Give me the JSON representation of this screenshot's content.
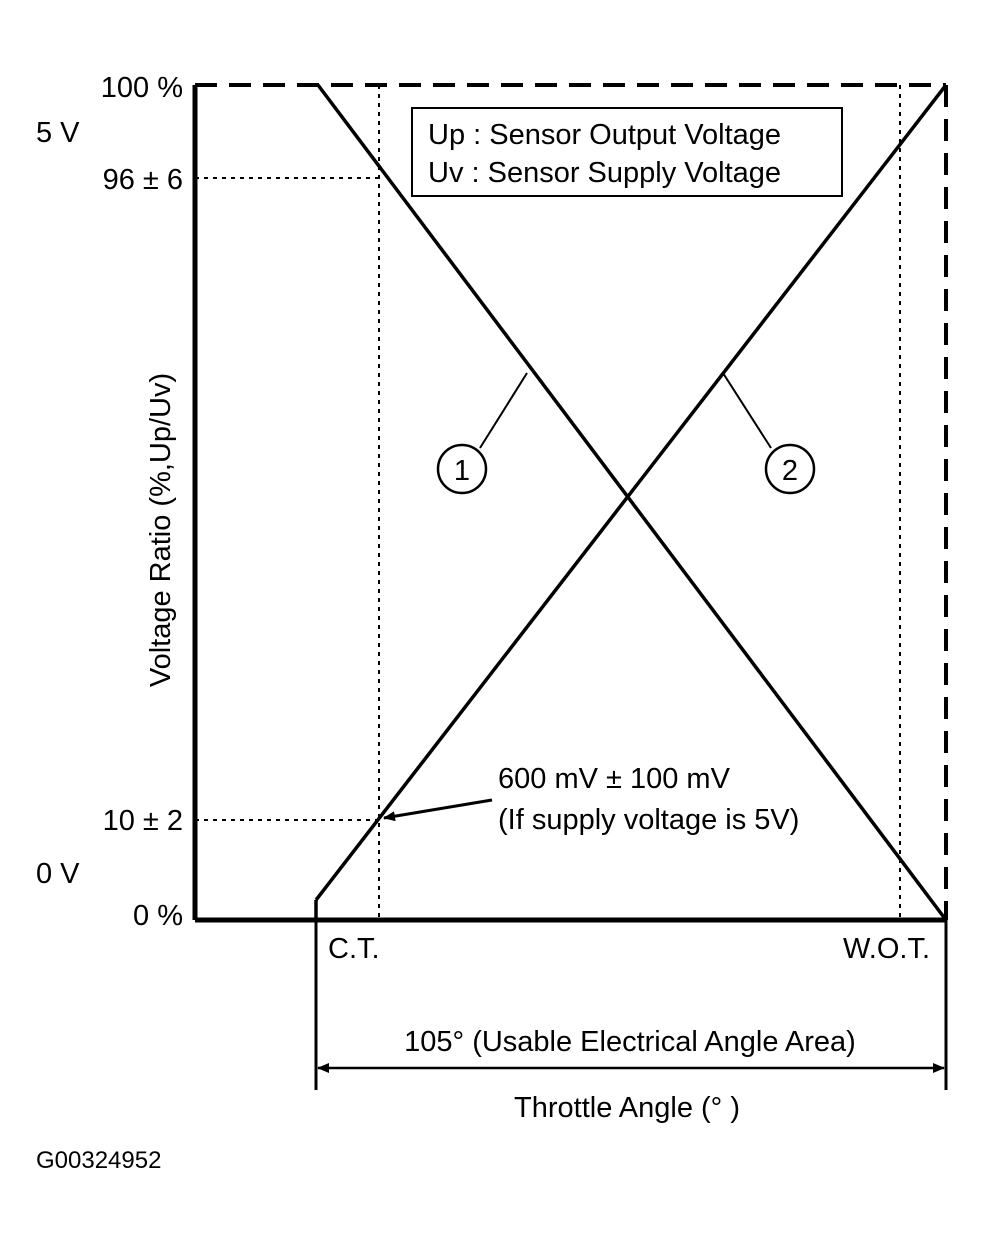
{
  "y_axis": {
    "label": "Voltage Ratio (%,Up/Uv)",
    "top_pct": "100 %",
    "top_volt": "5 V",
    "upper_mark": "96 ± 6",
    "lower_mark": "10 ± 2",
    "bottom_volt": "0 V",
    "bottom_pct": "0 %"
  },
  "legend": {
    "line1": "Up : Sensor Output Voltage",
    "line2": "Uv : Sensor Supply Voltage"
  },
  "curves": {
    "callout_1": "1",
    "callout_2": "2"
  },
  "annotation": {
    "line1": "600 mV ± 100 mV",
    "line2": "(If supply voltage is 5V)"
  },
  "x_axis": {
    "closed_throttle": "C.T.",
    "wide_open_throttle": "W.O.T.",
    "range_label": "105° (Usable Electrical Angle Area)",
    "label": "Throttle Angle (° )"
  },
  "figure_id": "G00324952"
}
